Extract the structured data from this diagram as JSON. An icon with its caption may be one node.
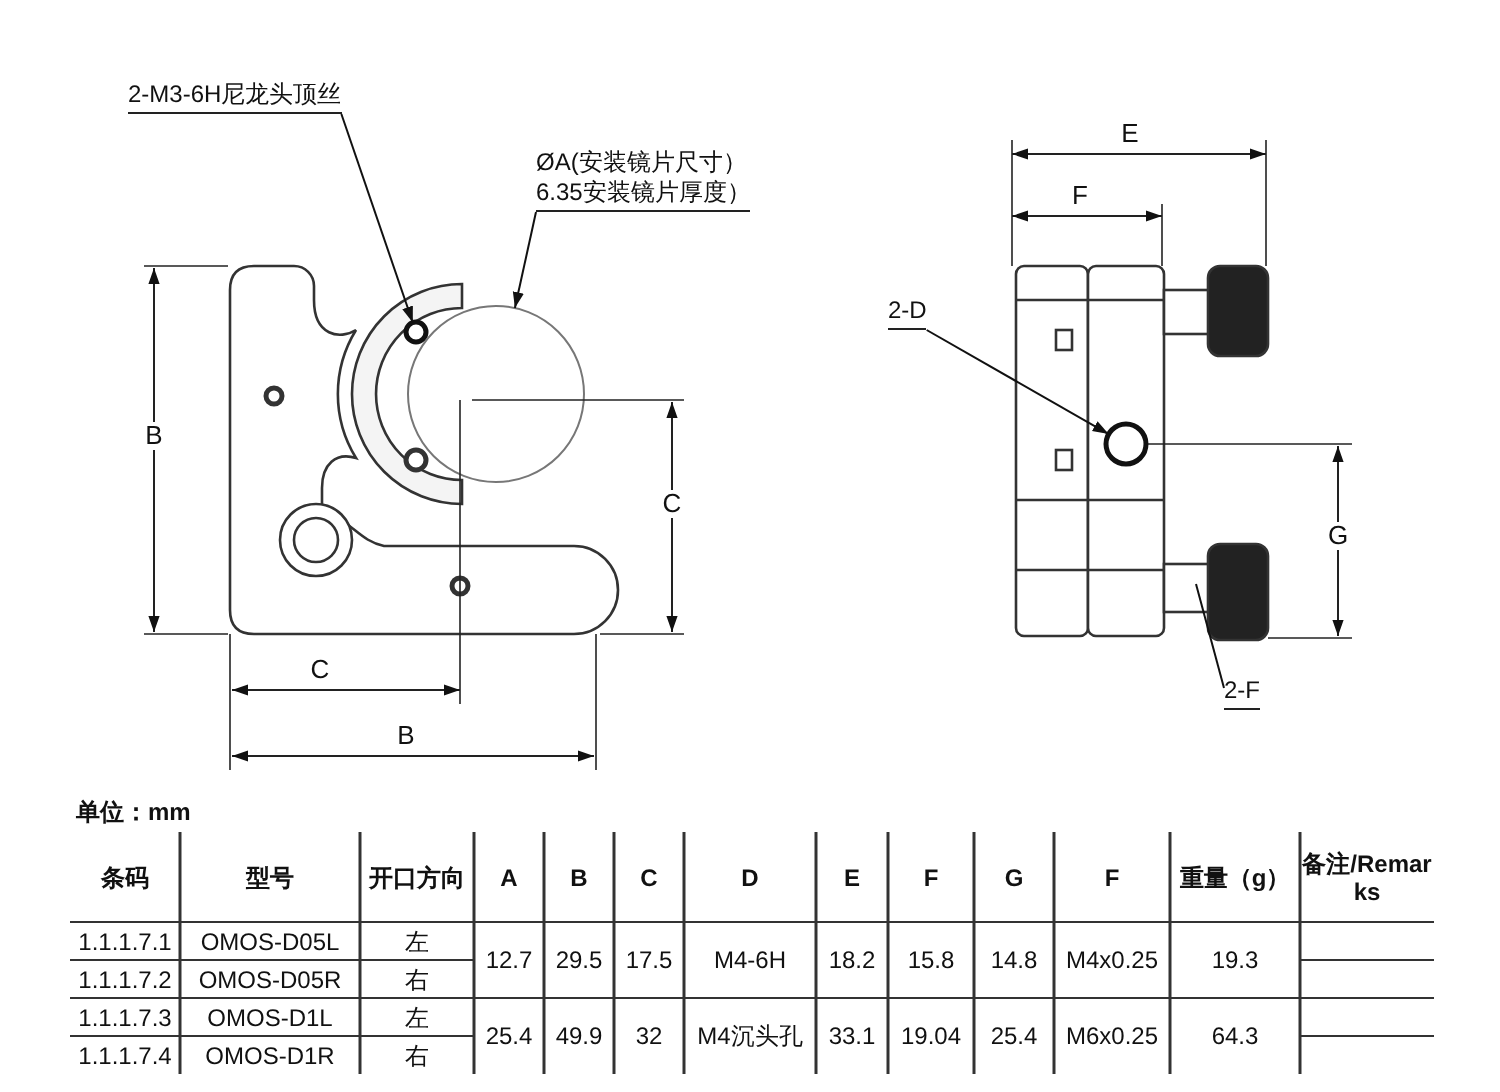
{
  "diagram": {
    "nodes": [
      {
        "text": [
          "2-M3-6H尼龙头顶丝"
        ]
      },
      {
        "text": [],
        "shape": "circle"
      },
      {
        "text": [
          "ØA(安装镜片尺寸）",
          "6.35安装镜片厚度）"
        ]
      },
      {
        "text": [],
        "shape": "circle"
      },
      {
        "text": [
          "2-D"
        ]
      },
      {
        "text": [],
        "shape": "circle"
      },
      {
        "text": [
          "2-F"
        ]
      }
    ],
    "edges": [
      {
        "from": 0,
        "to": 1,
        "arrow": "to"
      },
      {
        "from": 2,
        "to": 3,
        "arrow": "to"
      },
      {
        "from": 4,
        "to": 5,
        "arrow": "to"
      },
      {
        "from": 6,
        "to": null,
        "arrow": "none"
      }
    ],
    "labels": [
      "E",
      "F",
      "B",
      "C",
      "G",
      "C",
      "B",
      "单位：mm",
      "条码",
      "型号",
      "开口方向",
      "A",
      "B",
      "C",
      "D",
      "E",
      "F",
      "G",
      "F",
      "重量（g）",
      "备注/Remarks",
      "1.1.1.7.1",
      "OMOS-D05L",
      "左",
      "12.7",
      "29.5",
      "17.5",
      "M4-6H",
      "18.2",
      "15.8",
      "14.8",
      "M4x0.25",
      "19.3",
      "1.1.1.7.2",
      "OMOS-D05R",
      "右",
      "1.1.1.7.3",
      "OMOS-D1L",
      "左",
      "25.4",
      "49.9",
      "32",
      "M4沉头孔",
      "33.1",
      "19.04",
      "25.4",
      "M6x0.25",
      "64.3",
      "1.1.1.7.4",
      "OMOS-D1R",
      "右"
    ]
  }
}
